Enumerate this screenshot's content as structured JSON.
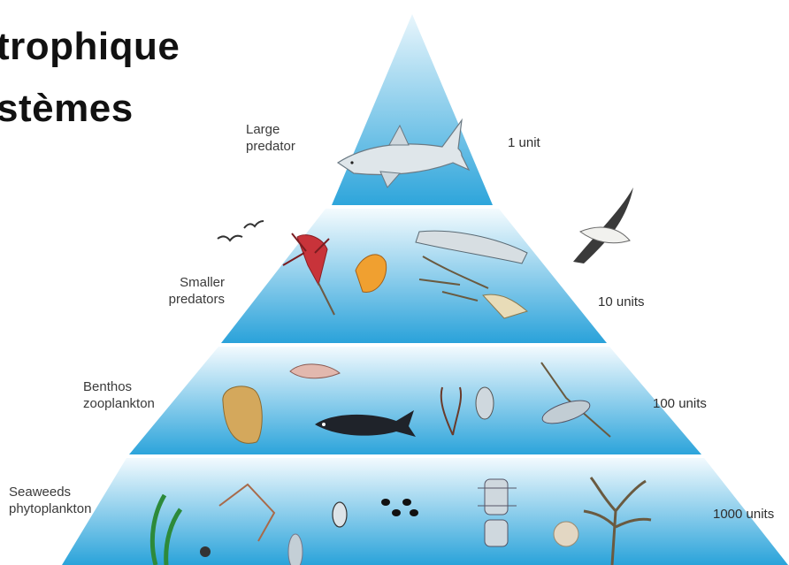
{
  "title": {
    "line1": "trophique",
    "line2": "stèmes"
  },
  "levels": [
    {
      "label_line1": "Large",
      "label_line2": "predator",
      "amount": "1 unit"
    },
    {
      "label_line1": "Smaller",
      "label_line2": "predators",
      "amount": "10 units"
    },
    {
      "label_line1": "Benthos",
      "label_line2": "zooplankton",
      "amount": "100 units"
    },
    {
      "label_line1": "Seaweeds",
      "label_line2": "phytoplankton",
      "amount": "1000 units"
    }
  ],
  "colors": {
    "band_top": "#2fa6dc",
    "band_bottom": "#e9f6fc",
    "separator": "#ffffff",
    "outline": "#1e6f9e"
  }
}
